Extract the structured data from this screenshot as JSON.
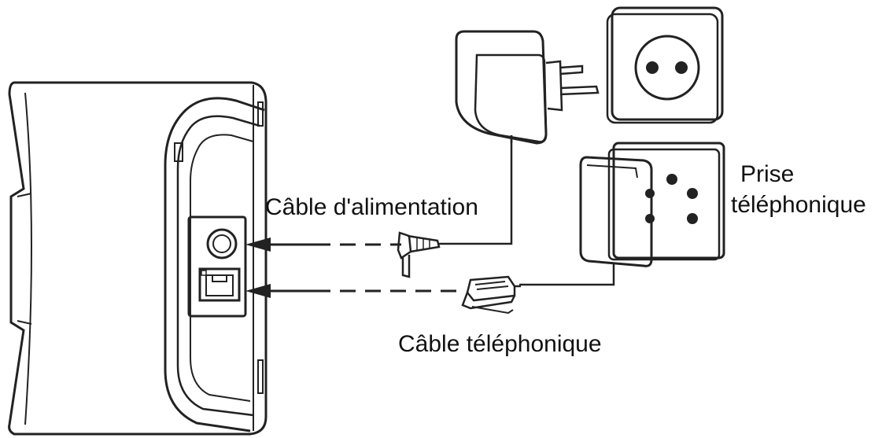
{
  "labels": {
    "power_cable": "Câble d'alimentation",
    "phone_cable": "Câble téléphonique",
    "phone_socket_line1": "Prise",
    "phone_socket_line2": "téléphonique"
  },
  "colors": {
    "line": "#222222",
    "background": "#ffffff"
  },
  "icons": [
    "base-station",
    "power-adapter-icon",
    "wall-outlet-icon",
    "phone-wall-socket-icon",
    "dc-plug-icon",
    "rj11-plug-icon"
  ]
}
